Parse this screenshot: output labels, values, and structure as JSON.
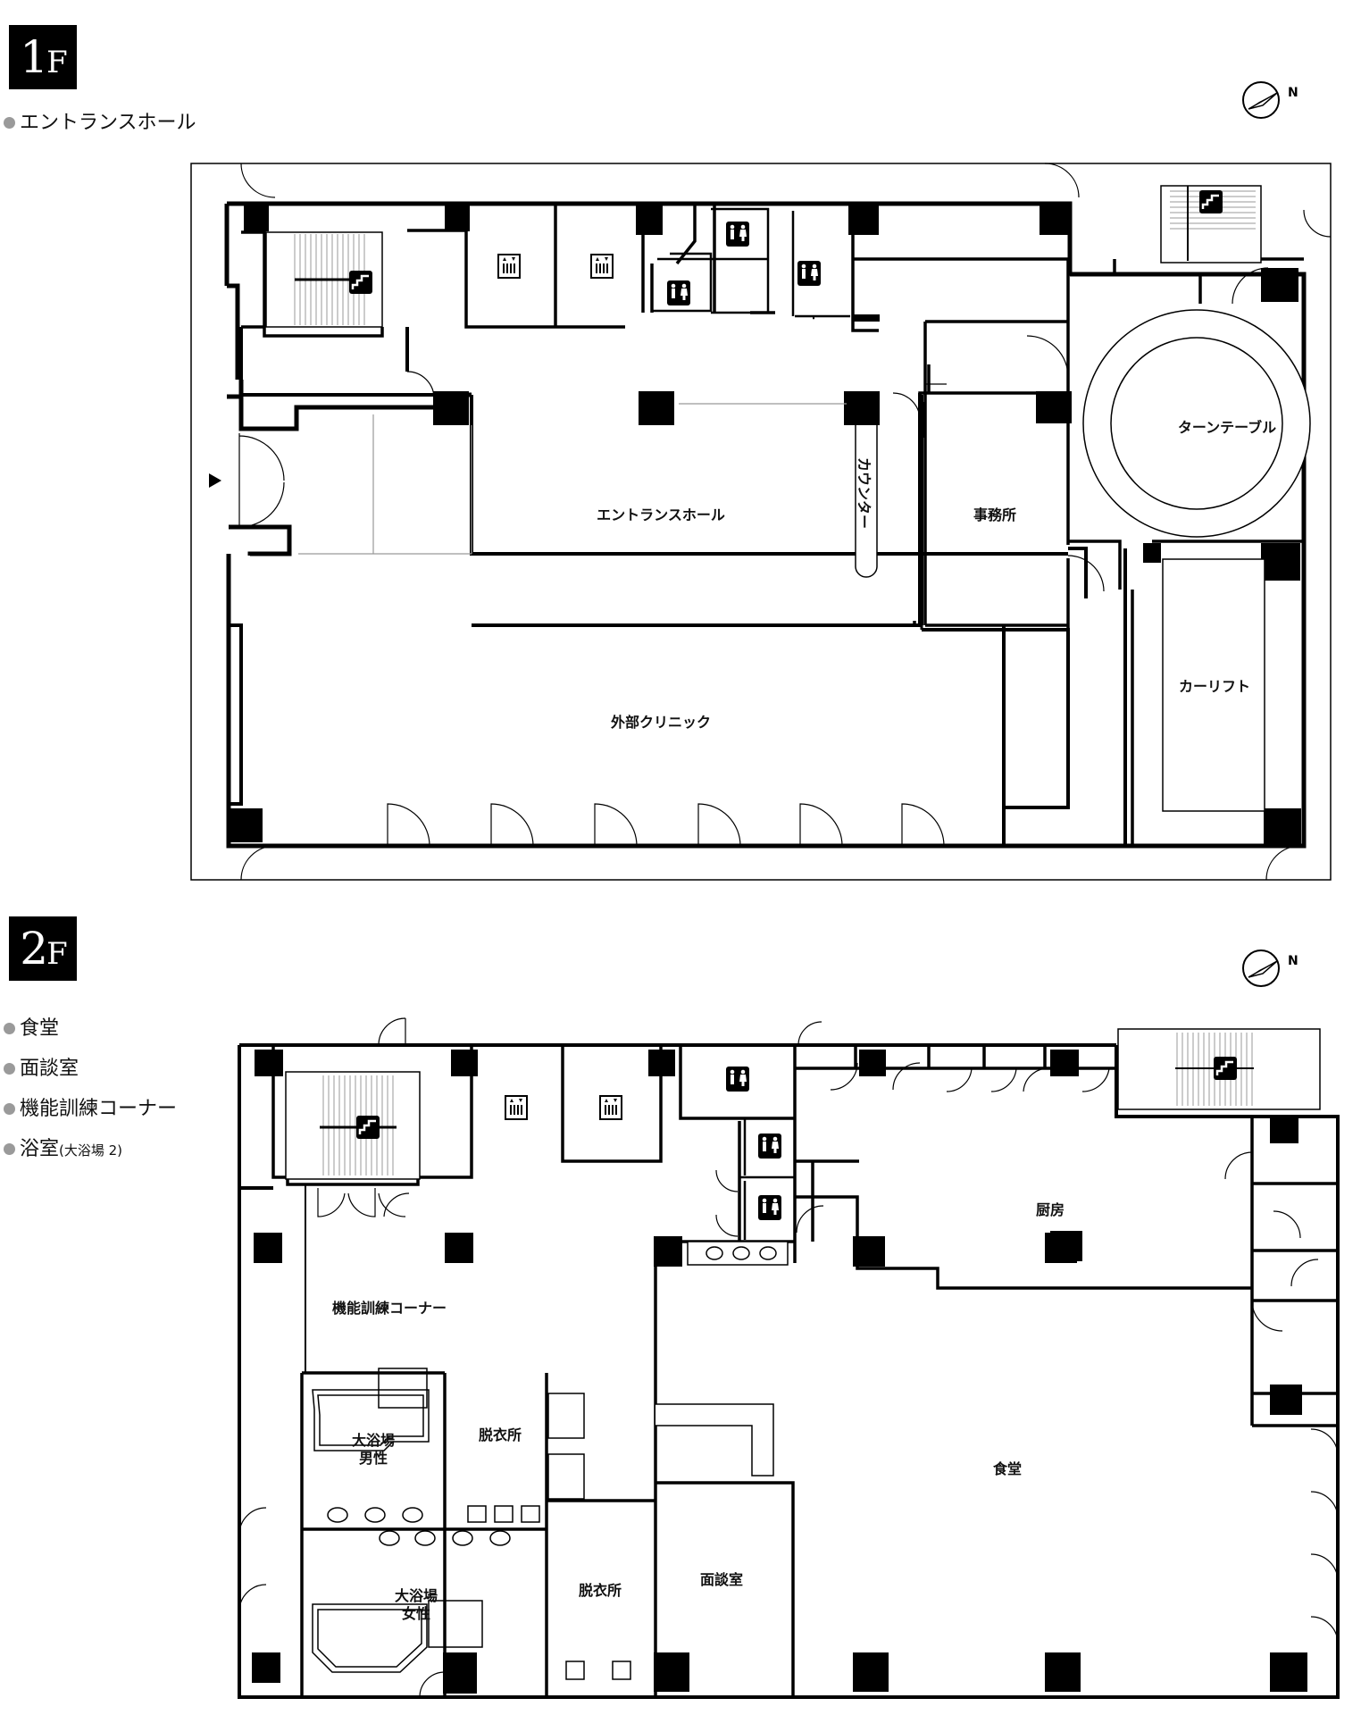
{
  "floors": [
    {
      "badge_number": "1",
      "badge_suffix": "F",
      "legend": [
        "エントランスホール"
      ],
      "north_label": "N",
      "rooms": {
        "entrance_hall": "エントランスホール",
        "counter": "カウンター",
        "office": "事務所",
        "turntable": "ターンテーブル",
        "car_lift": "カーリフト",
        "external_clinic": "外部クリニック"
      }
    },
    {
      "badge_number": "2",
      "badge_suffix": "F",
      "legend": [
        "食堂",
        "面談室",
        "機能訓練コーナー"
      ],
      "legend_bath_main": "浴室",
      "legend_bath_sub": "(大浴場 2)",
      "north_label": "N",
      "rooms": {
        "kitchen": "厨房",
        "training_corner": "機能訓練コーナー",
        "bath_male_line1": "大浴場",
        "bath_male_line2": "男性",
        "dressing_room_1": "脱衣所",
        "dining": "食堂",
        "bath_female_line1": "大浴場",
        "bath_female_line2": "女性",
        "dressing_room_2": "脱衣所",
        "interview_room": "面談室"
      }
    }
  ]
}
